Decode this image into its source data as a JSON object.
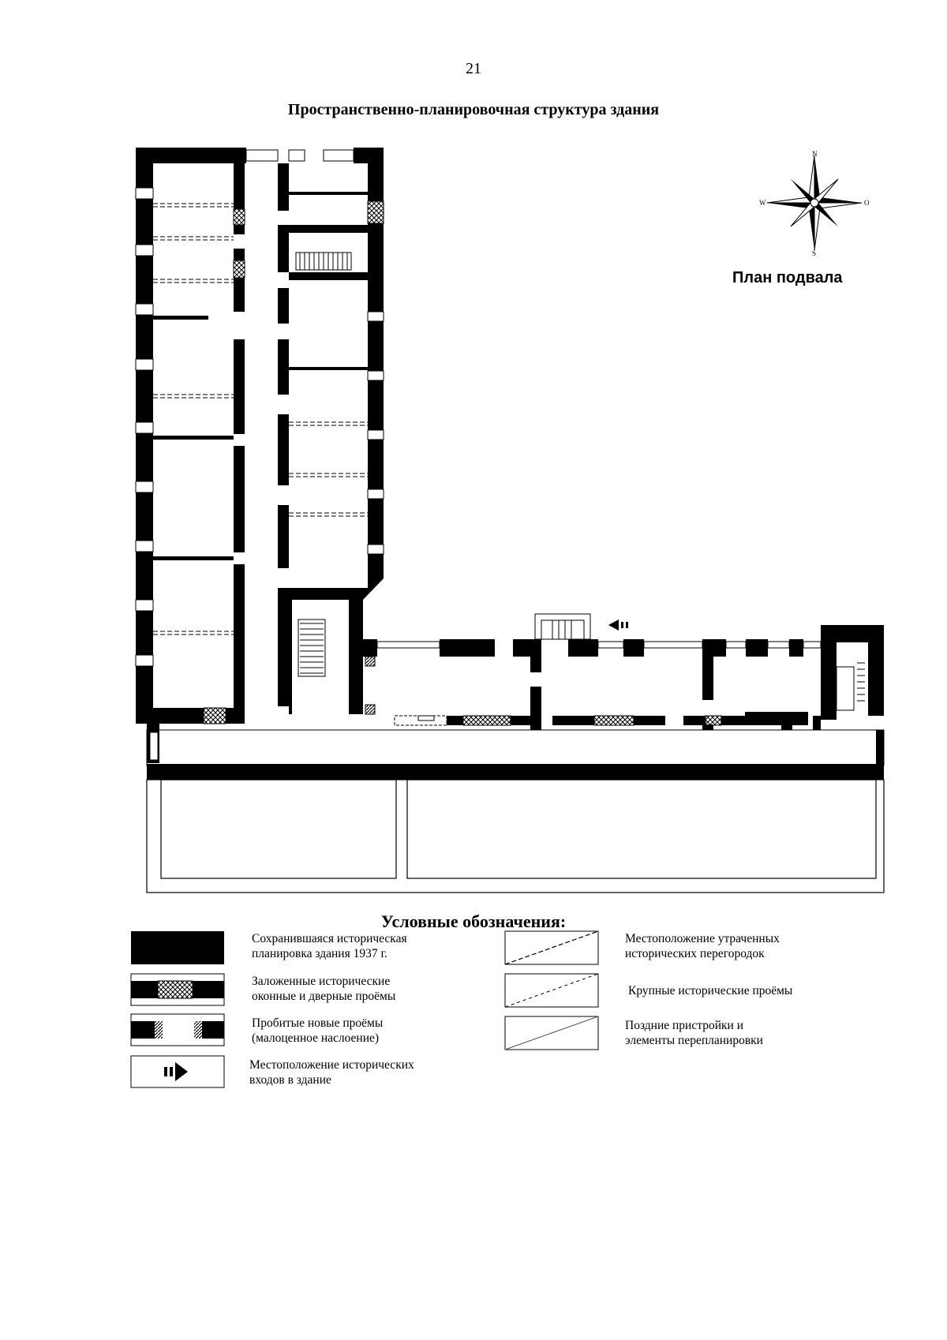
{
  "page_number": "21",
  "title": "Пространственно-планировочная структура здания",
  "plan_label": "План подвала",
  "compass": {
    "n": "N",
    "s": "S",
    "w": "W",
    "e": "O"
  },
  "legend": {
    "title": "Условные обозначения:",
    "items": [
      {
        "key": "preserved",
        "line1": "Сохранившаяся историческая",
        "line2": "планировка здания 1937 г."
      },
      {
        "key": "blocked",
        "line1": "Заложенные исторические",
        "line2": "оконные и дверные проёмы"
      },
      {
        "key": "new_openings",
        "line1": "Пробитые новые проёмы",
        "line2": "(малоценное наслоение)"
      },
      {
        "key": "entrances",
        "line1": "Местоположение исторических",
        "line2": "входов в здание"
      },
      {
        "key": "lost_partitions",
        "line1": "Местоположение утраченных",
        "line2": "исторических перегородок"
      },
      {
        "key": "large_openings",
        "line1": "Крупные исторические проёмы",
        "line2": ""
      },
      {
        "key": "later_additions",
        "line1": "Поздние пристройки и",
        "line2": "элементы перепланировки"
      }
    ]
  },
  "colors": {
    "wall": "#000000",
    "background": "#ffffff",
    "line": "#444444"
  }
}
